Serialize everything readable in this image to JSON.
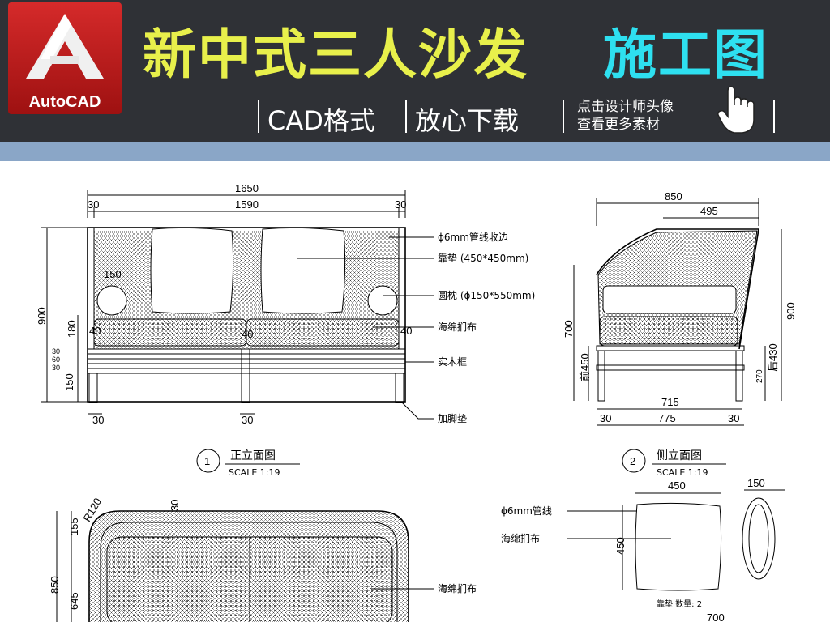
{
  "banner": {
    "logo_text": "AutoCAD",
    "title_main": "新中式三人沙发",
    "title_accent": "施工图",
    "sub_cad": "CAD格式",
    "sub_download": "放心下载",
    "tip_line1": "点击设计师头像",
    "tip_line2": "查看更多素材",
    "colors": {
      "title": "#e8f04b",
      "accent": "#2ee0f0",
      "band": "#8aa6c7",
      "header_bg": "#2f3136"
    }
  },
  "front_view": {
    "dims": {
      "total_width": "1650",
      "inner_width": "1590",
      "left_arm": "30",
      "right_arm": "30",
      "height": "900",
      "d180": "180",
      "d30a": "30",
      "d60": "60",
      "d30b": "30",
      "d150": "150",
      "bottom_left": "30",
      "bottom_mid": "30",
      "leg_left": "40",
      "leg_mid": "40",
      "leg_right": "40",
      "pillow_d": "150"
    },
    "callouts": [
      "ϕ6mm管线收边",
      "靠垫 (450*450mm)",
      "圆枕 (ϕ150*550mm)",
      "海绵扪布",
      "实木框",
      "加脚垫"
    ],
    "number": "1",
    "title": "正立面图",
    "scale": "SCALE 1:19"
  },
  "side_view": {
    "dims": {
      "depth": "850",
      "top": "495",
      "height": "900",
      "d700": "700",
      "front_h": "前450",
      "back_h": "后430",
      "d270": "270",
      "seat": "715",
      "bottom_left": "30",
      "bottom_mid": "775",
      "bottom_right": "30"
    },
    "number": "2",
    "title": "侧立面图",
    "scale": "SCALE 1:19"
  },
  "plan_view": {
    "dims": {
      "radius": "R120",
      "d30": "30",
      "d155": "155",
      "d850": "850",
      "d645": "645"
    },
    "callout": "海绵扪布"
  },
  "cushion_detail": {
    "dims": {
      "width": "450",
      "height": "450",
      "pillow": "150"
    },
    "callouts": [
      "ϕ6mm管线",
      "海绵扪布"
    ],
    "note": "靠垫 数量: 2",
    "bottom_dim": "700"
  }
}
